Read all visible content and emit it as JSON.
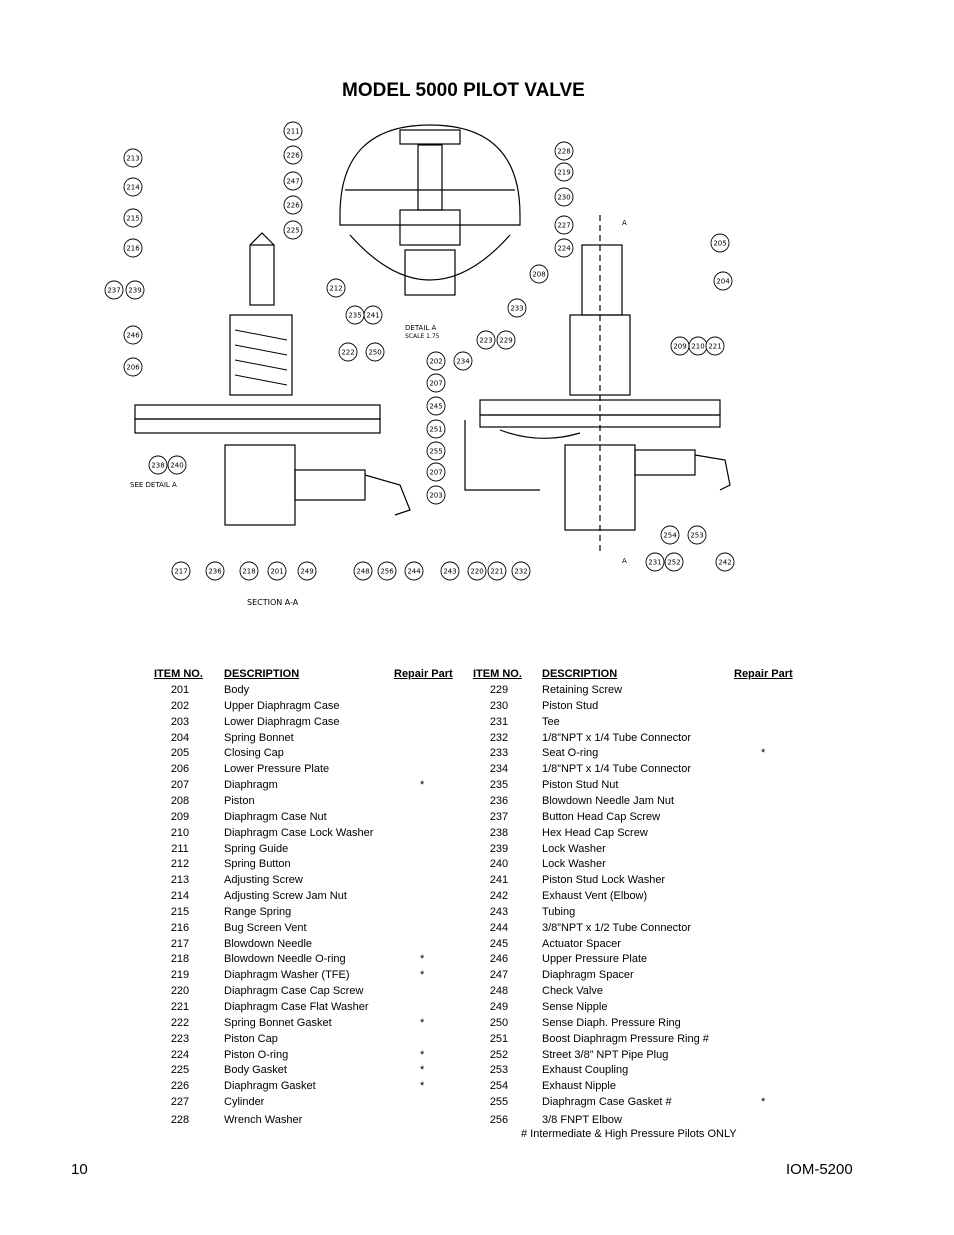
{
  "title": "MODEL 5000 PILOT VALVE",
  "drawing": {
    "callouts": [
      "211",
      "226",
      "247",
      "226",
      "225",
      "228",
      "219",
      "230",
      "227",
      "224",
      "208",
      "233",
      "223",
      "229",
      "213",
      "214",
      "215",
      "216",
      "237",
      "239",
      "212",
      "235",
      "241",
      "246",
      "206",
      "222",
      "250",
      "202",
      "207",
      "245",
      "251",
      "255",
      "207",
      "203",
      "238",
      "240",
      "217",
      "236",
      "218",
      "201",
      "249",
      "248",
      "256",
      "244",
      "234",
      "205",
      "204",
      "209",
      "210",
      "221",
      "243",
      "220",
      "221",
      "232",
      "231",
      "252",
      "254",
      "253",
      "242"
    ],
    "detail_label": "DETAIL A",
    "detail_scale": "SCALE 1.75",
    "see_detail": "SEE DETAIL A",
    "section_label": "SECTION A-A",
    "section_marker_top": "A",
    "section_marker_bottom": "A"
  },
  "headers": {
    "item_no": "ITEM NO.",
    "description": "DESCRIPTION",
    "repair_part": "Repair Part"
  },
  "parts_left": [
    {
      "item": "201",
      "desc": "Body",
      "repair": ""
    },
    {
      "item": "202",
      "desc": "Upper Diaphragm Case",
      "repair": ""
    },
    {
      "item": "203",
      "desc": "Lower Diaphragm Case",
      "repair": ""
    },
    {
      "item": "204",
      "desc": "Spring Bonnet",
      "repair": ""
    },
    {
      "item": "205",
      "desc": "Closing Cap",
      "repair": ""
    },
    {
      "item": "206",
      "desc": "Lower Pressure Plate",
      "repair": ""
    },
    {
      "item": "207",
      "desc": "Diaphragm",
      "repair": "*"
    },
    {
      "item": "208",
      "desc": "Piston",
      "repair": ""
    },
    {
      "item": "209",
      "desc": "Diaphragm Case Nut",
      "repair": ""
    },
    {
      "item": "210",
      "desc": "Diaphragm Case Lock Washer",
      "repair": ""
    },
    {
      "item": "211",
      "desc": "Spring Guide",
      "repair": ""
    },
    {
      "item": "212",
      "desc": "Spring Button",
      "repair": ""
    },
    {
      "item": "213",
      "desc": "Adjusting Screw",
      "repair": ""
    },
    {
      "item": "214",
      "desc": "Adjusting Screw Jam Nut",
      "repair": ""
    },
    {
      "item": "215",
      "desc": "Range Spring",
      "repair": ""
    },
    {
      "item": "216",
      "desc": "Bug Screen Vent",
      "repair": ""
    },
    {
      "item": "217",
      "desc": "Blowdown Needle",
      "repair": ""
    },
    {
      "item": "218",
      "desc": "Blowdown Needle O-ring",
      "repair": "*"
    },
    {
      "item": "219",
      "desc": "Diaphragm Washer (TFE)",
      "repair": "*"
    },
    {
      "item": "220",
      "desc": "Diaphragm Case Cap Screw",
      "repair": ""
    },
    {
      "item": "221",
      "desc": "Diaphragm Case Flat Washer",
      "repair": ""
    },
    {
      "item": "222",
      "desc": "Spring Bonnet Gasket",
      "repair": "*"
    },
    {
      "item": "223",
      "desc": "Piston Cap",
      "repair": ""
    },
    {
      "item": "224",
      "desc": "Piston O-ring",
      "repair": "*"
    },
    {
      "item": "225",
      "desc": "Body Gasket",
      "repair": "*"
    },
    {
      "item": "226",
      "desc": "Diaphragm Gasket",
      "repair": "*"
    },
    {
      "item": "227",
      "desc": "Cylinder",
      "repair": ""
    },
    {
      "item": "228",
      "desc": "Wrench Washer",
      "repair": ""
    }
  ],
  "parts_right": [
    {
      "item": "229",
      "desc": "Retaining Screw",
      "repair": ""
    },
    {
      "item": "230",
      "desc": "Piston Stud",
      "repair": ""
    },
    {
      "item": "231",
      "desc": "Tee",
      "repair": ""
    },
    {
      "item": "232",
      "desc": "1/8”NPT x 1/4 Tube Connector",
      "repair": ""
    },
    {
      "item": "233",
      "desc": "Seat O-ring",
      "repair": "*"
    },
    {
      "item": "234",
      "desc": "1/8”NPT x 1/4 Tube Connector",
      "repair": ""
    },
    {
      "item": "235",
      "desc": "Piston Stud Nut",
      "repair": ""
    },
    {
      "item": "236",
      "desc": "Blowdown Needle Jam Nut",
      "repair": ""
    },
    {
      "item": "237",
      "desc": "Button Head Cap Screw",
      "repair": ""
    },
    {
      "item": "238",
      "desc": "Hex Head Cap Screw",
      "repair": ""
    },
    {
      "item": "239",
      "desc": "Lock Washer",
      "repair": ""
    },
    {
      "item": "240",
      "desc": "Lock Washer",
      "repair": ""
    },
    {
      "item": "241",
      "desc": "Piston Stud Lock Washer",
      "repair": ""
    },
    {
      "item": "242",
      "desc": "Exhaust Vent (Elbow)",
      "repair": ""
    },
    {
      "item": "243",
      "desc": "Tubing",
      "repair": ""
    },
    {
      "item": "244",
      "desc": "3/8”NPT x 1/2 Tube Connector",
      "repair": ""
    },
    {
      "item": "245",
      "desc": "Actuator Spacer",
      "repair": ""
    },
    {
      "item": "246",
      "desc": "Upper Pressure Plate",
      "repair": ""
    },
    {
      "item": "247",
      "desc": "Diaphragm Spacer",
      "repair": ""
    },
    {
      "item": "248",
      "desc": "Check Valve",
      "repair": ""
    },
    {
      "item": "249",
      "desc": "Sense Nipple",
      "repair": ""
    },
    {
      "item": "250",
      "desc": "Sense Diaph. Pressure Ring",
      "repair": ""
    },
    {
      "item": "251",
      "desc": "Boost Diaphragm Pressure Ring  #",
      "repair": ""
    },
    {
      "item": "252",
      "desc": "Street 3/8” NPT Pipe Plug",
      "repair": ""
    },
    {
      "item": "253",
      "desc": "Exhaust Coupling",
      "repair": ""
    },
    {
      "item": "254",
      "desc": "Exhaust Nipple",
      "repair": ""
    },
    {
      "item": "255",
      "desc": "Diaphragm Case Gasket  #",
      "repair": "*"
    },
    {
      "item": "256",
      "desc": "3/8 FNPT Elbow",
      "repair": ""
    }
  ],
  "footnote": "#  Intermediate & High Pressure Pilots ONLY",
  "footer": {
    "page": "10",
    "doc": "IOM-5200"
  }
}
